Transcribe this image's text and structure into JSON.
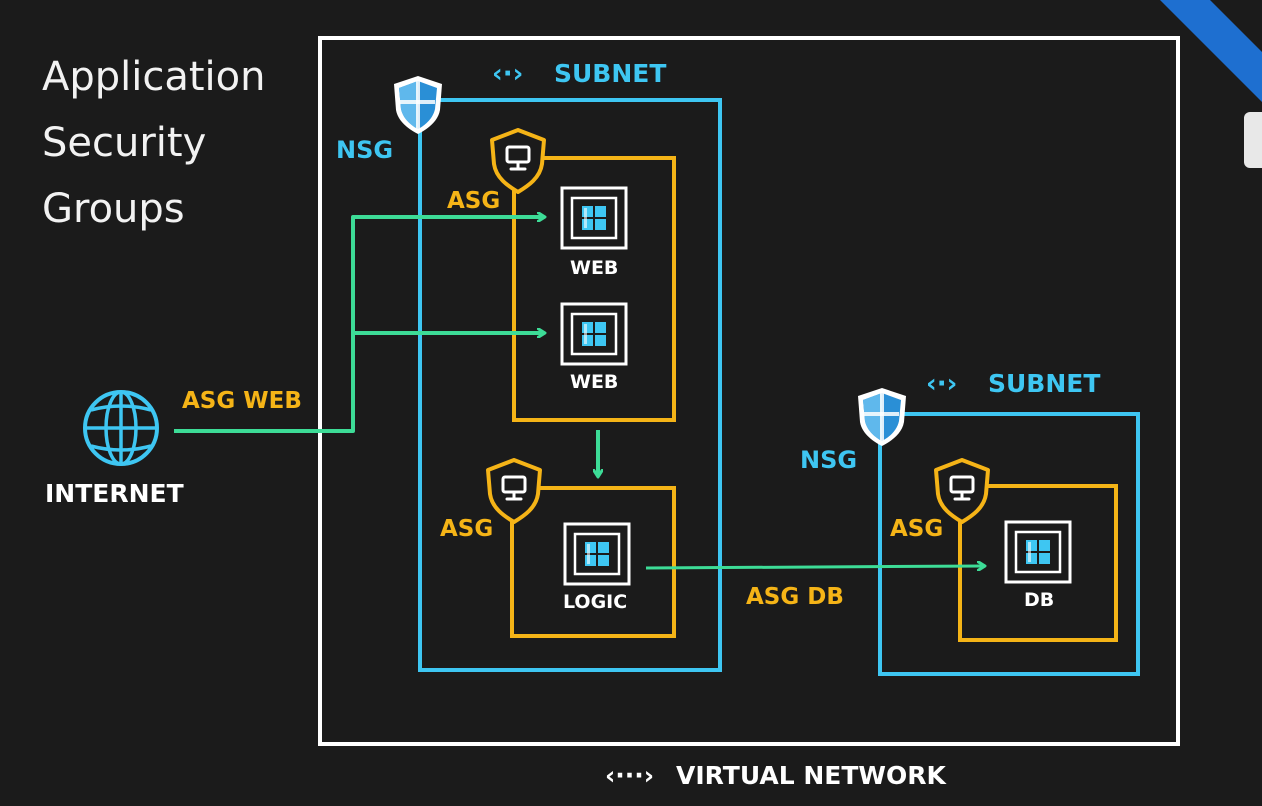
{
  "title": {
    "line1": "Application",
    "line2": "Security",
    "line3": "Groups"
  },
  "labels": {
    "subnet": "SUBNET",
    "nsg": "NSG",
    "asg": "ASG",
    "web": "WEB",
    "logic": "LOGIC",
    "db": "DB",
    "internet": "INTERNET",
    "asg_web": "ASG WEB",
    "asg_db": "ASG DB",
    "virtual_network": "VIRTUAL NETWORK",
    "subnet_glyph": "‹·›",
    "vnet_glyph": "‹···›"
  },
  "colors": {
    "background": "#1b1b1b",
    "white": "#ffffff",
    "subnet_blue": "#3ec6f2",
    "asg_orange": "#f5b417",
    "flow_green": "#3ddc97",
    "shield_blue": "#2a8fd6",
    "corner_blue": "#1e6fd0"
  },
  "icons": {
    "nsg_shield": "shield-icon",
    "asg_badge": "monitor-shield-icon",
    "vm": "windows-vm-icon",
    "internet": "globe-icon"
  }
}
